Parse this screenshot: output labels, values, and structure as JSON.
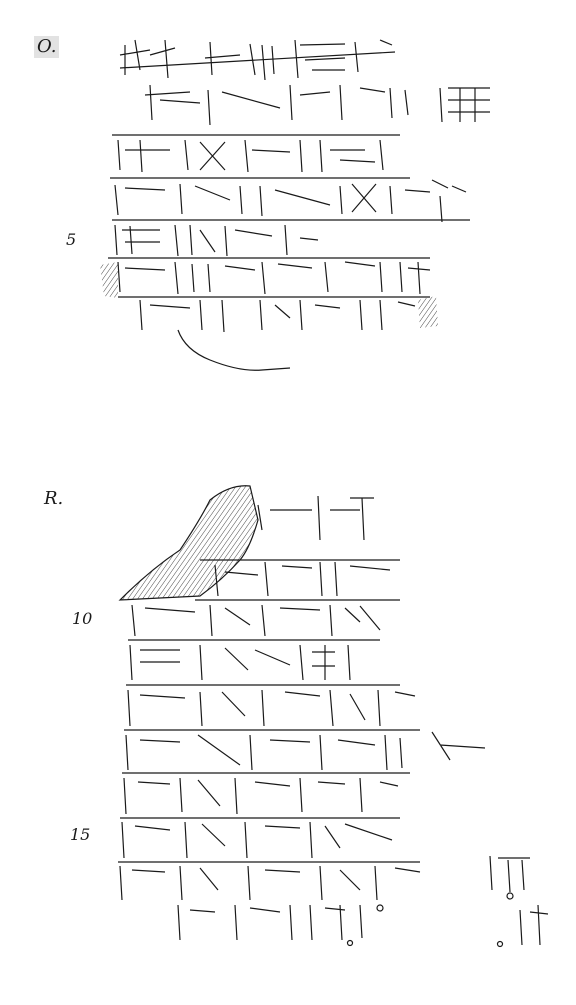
{
  "sides": {
    "obverse": "O.",
    "reverse": "R."
  },
  "line_numbers": {
    "n5": "5",
    "n10": "10",
    "n15": "15"
  },
  "colors": {
    "ink": "#1a1a1a",
    "paper": "#ffffff",
    "label_highlight": "#e2e2e2"
  }
}
